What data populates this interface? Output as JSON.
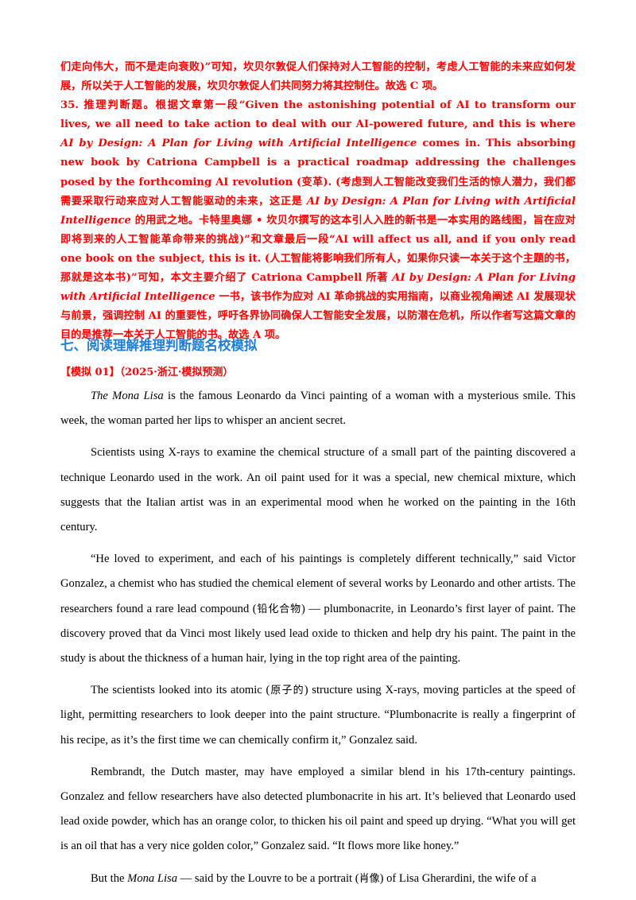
{
  "answer_intro": {
    "line1": "们走向伟大，而不是走向衰败)”可知，坎贝尔敦促人们保持对人工智能的控制，考虑人工智能的未来应如何发展，所以关于人工智能的发展，坎贝尔敦促人们共同努力将其控制住。故选 C 项。"
  },
  "answer_35": {
    "p1": "35. 推理判断题。根据文章第一段“Given the astonishing potential of AI to transform our lives, we all need to take action to deal with our AI-powered future, and this is where ",
    "book_title_1": "AI by Design: A Plan for Living with Artificial Intelligence",
    "p2": " comes in. This absorbing new book by Catriona Campbell is a practical roadmap addressing the challenges posed by the forthcoming AI revolution (变革). (考虑到人工智能改变我们生活的惊人潜力，我们都需要采取行动来应对人工智能驱动的未来，这正是 ",
    "book_title_2": "AI by Design: A Plan for Living with Artificial Intelligence",
    "p3": " 的用武之地。卡特里奥娜 • 坎贝尔撰写的这本引人入胜的新书是一本实用的路线图，旨在应对即将到来的人工智能革命带来的挑战)”和文章最后一段“AI will affect us all, and if you only read one book on the subject, this is it. (人工智能将影响我们所有人，如果你只读一本关于这个主题的书，那就是这本书)”可知，本文主要介绍了 Catriona Campbell 所著 ",
    "book_title_3": "AI by Design: A Plan for Living with Artificial Intelligence",
    "p4": " 一书，该书作为应对 AI 革命挑战的实用指南，以商业视角阐述 AI 发展现状与前景，强调控制 AI 的重要性，呼吁各界协同确保人工智能安全发展，以防潜在危机，所以作者写这篇文章的目的是推荐一本关于人工智能的书。故选 A 项。"
  },
  "section": {
    "title": "七、阅读理解推理判断题名校模拟",
    "sim_label": "【模拟 01】（2025·浙江·模拟预测）"
  },
  "article": {
    "para1_title": "The Mona Lisa",
    "para1_rest": " is the famous Leonardo da Vinci painting of a woman with a mysterious smile. This week, the woman parted her lips to whisper an ancient secret.",
    "para2": "Scientists using X-rays to examine the chemical structure of a small part of the painting discovered a technique Leonardo used in the work. An oil paint used for it was a special, new chemical mixture, which suggests that the Italian artist was in an experimental mood when he worked on the painting in the 16th century.",
    "para3a": "“He loved to experiment, and each of his paintings is completely different technically,” said Victor Gonzalez, a chemist who has studied the chemical element of several works by Leonardo and other artists. The researchers found a rare lead compound (",
    "para3_cn": "铅化合物",
    "para3b": ") — plumbonacrite, in Leonardo’s first layer of paint. The discovery proved that da Vinci most likely used lead oxide to thicken and help dry his paint. The paint in the study is about the thickness of a human hair, lying in the top right area of the painting.",
    "para4a": "The scientists looked into its atomic (",
    "para4_cn": "原子的",
    "para4b": ") structure using X-rays, moving particles at the speed of light, permitting researchers to look deeper into the paint structure. “Plumbonacrite is really a fingerprint of his recipe, as it’s the first time we can chemically confirm it,” Gonzalez said.",
    "para5": "Rembrandt, the Dutch master, may have employed a similar blend in his 17th-century paintings. Gonzalez and fellow researchers have also detected plumbonacrite in his art. It’s believed that Leonardo used lead oxide powder, which has an orange color, to thicken his oil paint and speed up drying. “What you will get is an oil that has a very nice golden color,” Gonzalez said. “It flows more like honey.”",
    "para6a": "But the ",
    "para6_title": "Mona Lisa",
    "para6b": " — said by the Louvre to be a portrait (",
    "para6_cn": "肖像",
    "para6c": ") of Lisa Gherardini, the wife of a"
  }
}
